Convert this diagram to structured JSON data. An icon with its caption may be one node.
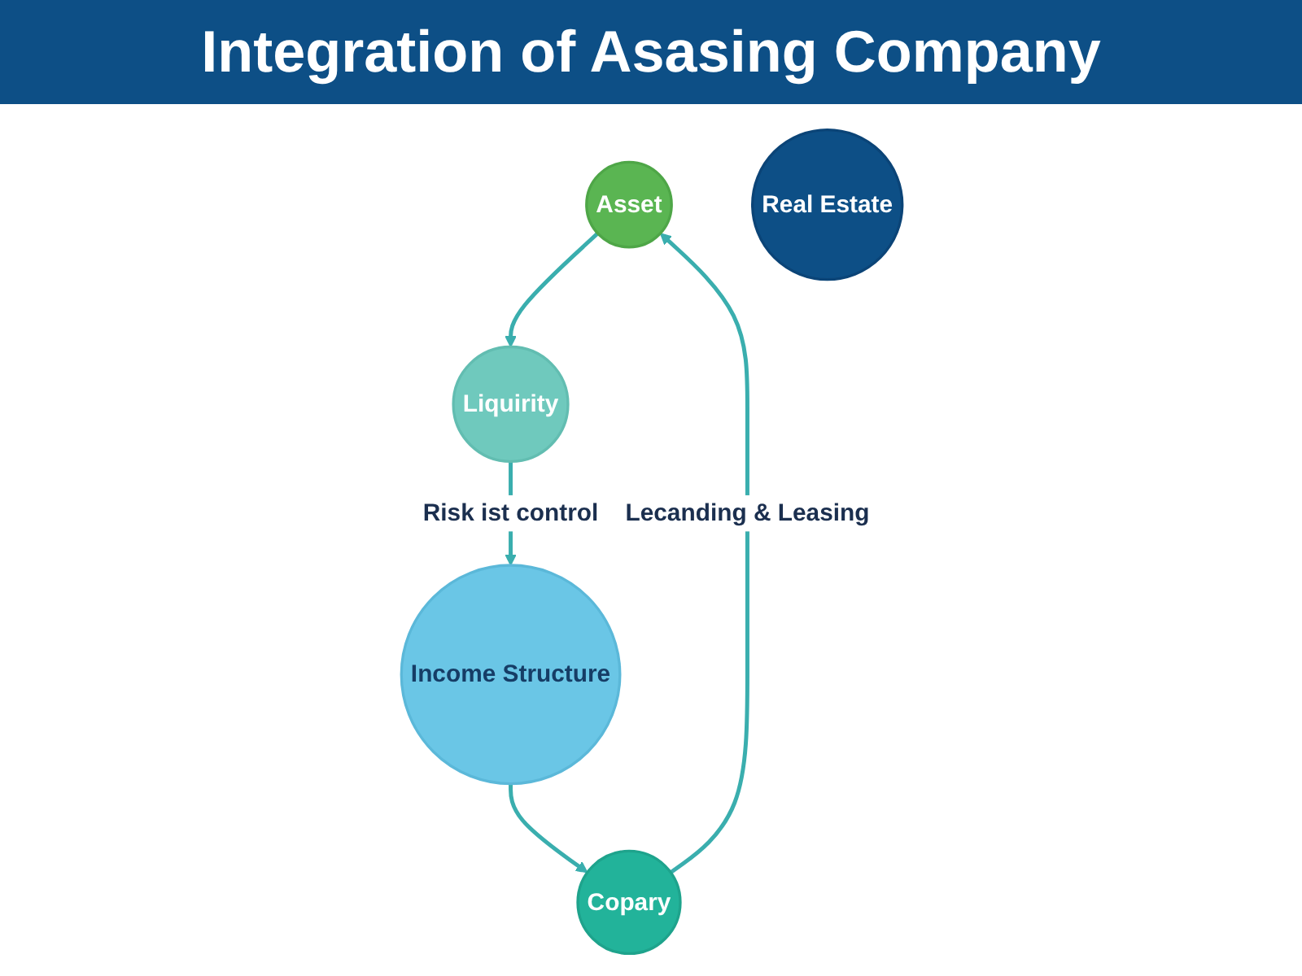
{
  "diagram": {
    "title": "Integration of Asasing Company",
    "nodes": [
      {
        "text": [
          "Asset"
        ]
      },
      {
        "text": [
          "Copary"
        ]
      },
      {
        "text": [
          "Real Estate"
        ]
      },
      {
        "text": [
          "Liquirity"
        ]
      },
      {
        "text": [
          "Income Structure"
        ]
      }
    ],
    "edges": [
      {
        "from": 0,
        "to": 3,
        "arrow": "to"
      },
      {
        "from": 3,
        "to": 4,
        "arrow": "to",
        "label": "Risk ist control"
      },
      {
        "from": 4,
        "to": 1,
        "arrow": "to"
      },
      {
        "from": 1,
        "to": 0,
        "arrow": "to",
        "label": "Lecanding & Leasing"
      }
    ]
  }
}
